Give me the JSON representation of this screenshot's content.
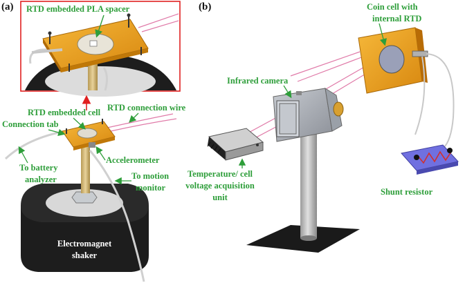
{
  "panels": {
    "a": "(a)",
    "b": "(b)"
  },
  "labels_a": {
    "spacer": "RTD embedded PLA spacer",
    "cell": "RTD embedded cell",
    "wire": "RTD connection wire",
    "tab": "Connection tab",
    "accel": "Accelerometer",
    "battery": [
      "To battery",
      "analyzer"
    ],
    "motion": [
      "To motion",
      "monitor"
    ],
    "shaker": [
      "Electromagnet",
      "shaker"
    ]
  },
  "labels_b": {
    "coin": [
      "Coin cell with",
      "internal RTD"
    ],
    "camera": "Infrared camera",
    "daq": [
      "Temperature/ cell",
      "voltage acquisition",
      "unit"
    ],
    "shunt": "Shunt resistor"
  },
  "colors": {
    "label_green": "#2e9e3a",
    "inset_border": "#e02020",
    "cell_orange": "#f0a020",
    "shunt_blue": "#7070e0",
    "laser_pink": "#e07aa8",
    "shaker_dark": "#1f1f1f"
  }
}
